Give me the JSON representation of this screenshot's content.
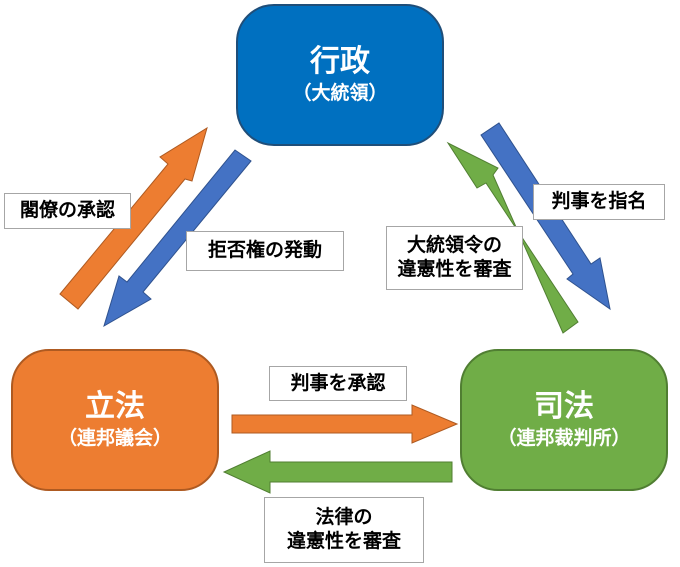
{
  "nodes": {
    "executive": {
      "title": "行政",
      "subtitle": "（大統領）"
    },
    "legislative": {
      "title": "立法",
      "subtitle": "（連邦議会）"
    },
    "judicial": {
      "title": "司法",
      "subtitle": "（連邦裁判所）"
    }
  },
  "labels": {
    "cabinet_approval": "閣僚の承認",
    "veto": "拒否権の発動",
    "appoint_judges": "判事を指名",
    "review_orders_line1": "大統領令の",
    "review_orders_line2": "違憲性を審査",
    "approve_judges": "判事を承認",
    "review_laws_line1": "法律の",
    "review_laws_line2": "違憲性を審査"
  },
  "colors": {
    "executive": "#0070c0",
    "legislative": "#ed7d31",
    "judicial": "#70ad47",
    "blue_arrow": "#4472c4",
    "orange_arrow": "#ed7d31",
    "green_arrow": "#70ad47"
  }
}
